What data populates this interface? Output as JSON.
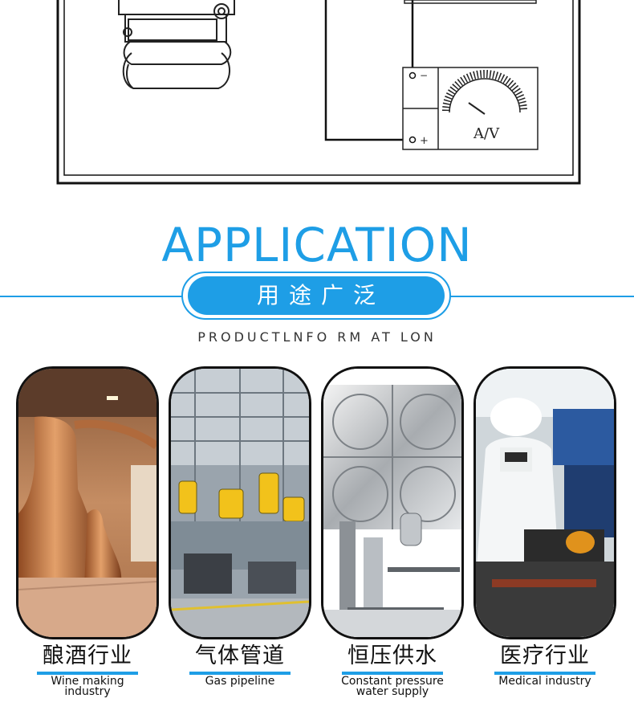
{
  "diagram": {
    "meter_label": "A/V",
    "terminal_minus": "−",
    "terminal_plus": "+"
  },
  "header": {
    "title": "APPLICATION",
    "pill_text": "用途广泛",
    "subtitle": "PRODUCTLNFO RM AT LON"
  },
  "applications": [
    {
      "title_cn": "酿酒行业",
      "title_en_line1": "Wine making",
      "title_en_line2": "industry"
    },
    {
      "title_cn": "气体管道",
      "title_en_line1": "Gas pipeline",
      "title_en_line2": ""
    },
    {
      "title_cn": "恒压供水",
      "title_en_line1": "Constant pressure",
      "title_en_line2": "water supply"
    },
    {
      "title_cn": "医疗行业",
      "title_en_line1": "Medical industry",
      "title_en_line2": ""
    }
  ],
  "colors": {
    "accent": "#1e9ee6",
    "frame": "#111111"
  }
}
